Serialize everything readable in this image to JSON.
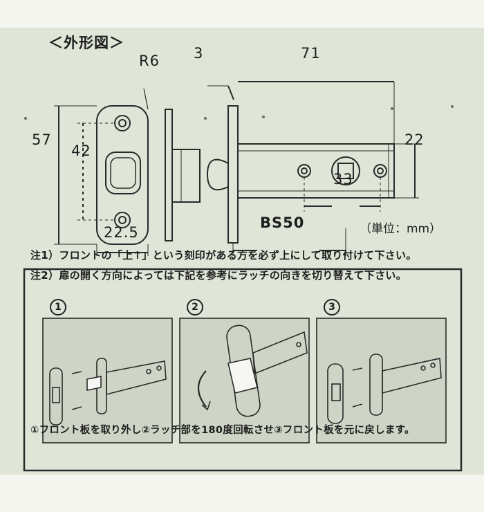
{
  "drawing": {
    "heading": "＜外形図＞",
    "dims": {
      "r6": "R6",
      "d3": "3",
      "d71": "71",
      "d57": "57",
      "d42": "42",
      "d22": "22",
      "d33": "33",
      "d22_5": "22.5",
      "bs50": "BS50"
    },
    "unit": "（単位：mm）"
  },
  "notes": [
    "注1）フロントの「上↑」という刻印がある方を必ず上にして取り付けて下さい。",
    "注2）扉の開く方向によっては下記を参考にラッチの向きを切り替えて下さい。"
  ],
  "steps": [
    {
      "number": "1"
    },
    {
      "number": "2"
    },
    {
      "number": "3"
    }
  ],
  "caption": "①フロント板を取り外し②ラッチ部を180度回転させ③フロント板を元に戻します。"
}
